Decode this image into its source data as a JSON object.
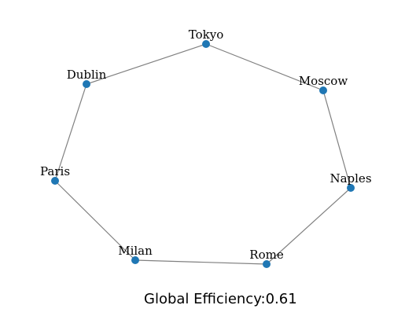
{
  "graph": {
    "nodes": [
      "Tokyo",
      "Moscow",
      "Naples",
      "Rome",
      "Milan",
      "Paris",
      "Dublin"
    ],
    "edges": [
      [
        "Tokyo",
        "Moscow"
      ],
      [
        "Moscow",
        "Naples"
      ],
      [
        "Naples",
        "Rome"
      ],
      [
        "Rome",
        "Milan"
      ],
      [
        "Milan",
        "Paris"
      ],
      [
        "Paris",
        "Dublin"
      ],
      [
        "Dublin",
        "Tokyo"
      ]
    ],
    "node_color": "#1f77b4",
    "edge_color": "#808080"
  },
  "caption": {
    "label": "Global Efficiency:0.61"
  }
}
